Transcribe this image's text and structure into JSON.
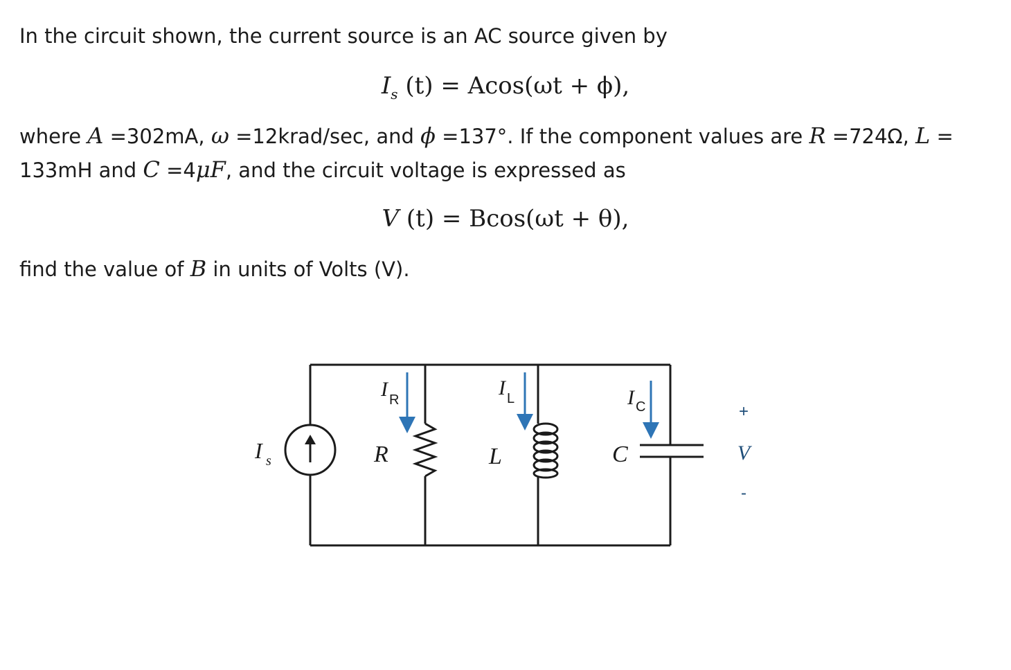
{
  "problem": {
    "intro": "In the circuit shown, the current source is an AC source given by",
    "eq1": {
      "lhs_var": "I",
      "lhs_sub": "s",
      "lhs_arg": "(t)",
      "rhs": "= Acos(ωt + ϕ),"
    },
    "where_line": {
      "t1": "where ",
      "A_sym": "A",
      "t2": " =302mA, ",
      "w_sym": "ω",
      "t3": " =12krad/sec, and ",
      "phi_sym": "ϕ",
      "t4": " =137°.  If the component values are ",
      "R_sym": "R",
      "t5": " =724Ω, ",
      "L_sym": "L",
      "t6": " ="
    },
    "second_line": {
      "t1": "133mH and ",
      "C_sym": "C",
      "t2": " =4",
      "C_unit": "μF",
      "t3": ", and the circuit voltage is expressed as"
    },
    "eq2": {
      "lhs_var": "V",
      "lhs_arg": "(t)",
      "rhs": "= Bcos(ωt + θ),"
    },
    "find_line": {
      "t1": "find the value of ",
      "B_sym": "B",
      "t2": " in units of Volts (V)."
    }
  },
  "circuit": {
    "source_label": "I",
    "source_sub": "s",
    "resistor_label": "R",
    "inductor_label": "L",
    "capacitor_label": "C",
    "ir_label": "I",
    "ir_sub": "R",
    "il_label": "I",
    "il_sub": "L",
    "ic_label": "I",
    "ic_sub": "C",
    "plus": "+",
    "v_label": "V",
    "minus": "-",
    "wire_color": "#1b1b1b",
    "arrow_color": "#2e75b6"
  }
}
